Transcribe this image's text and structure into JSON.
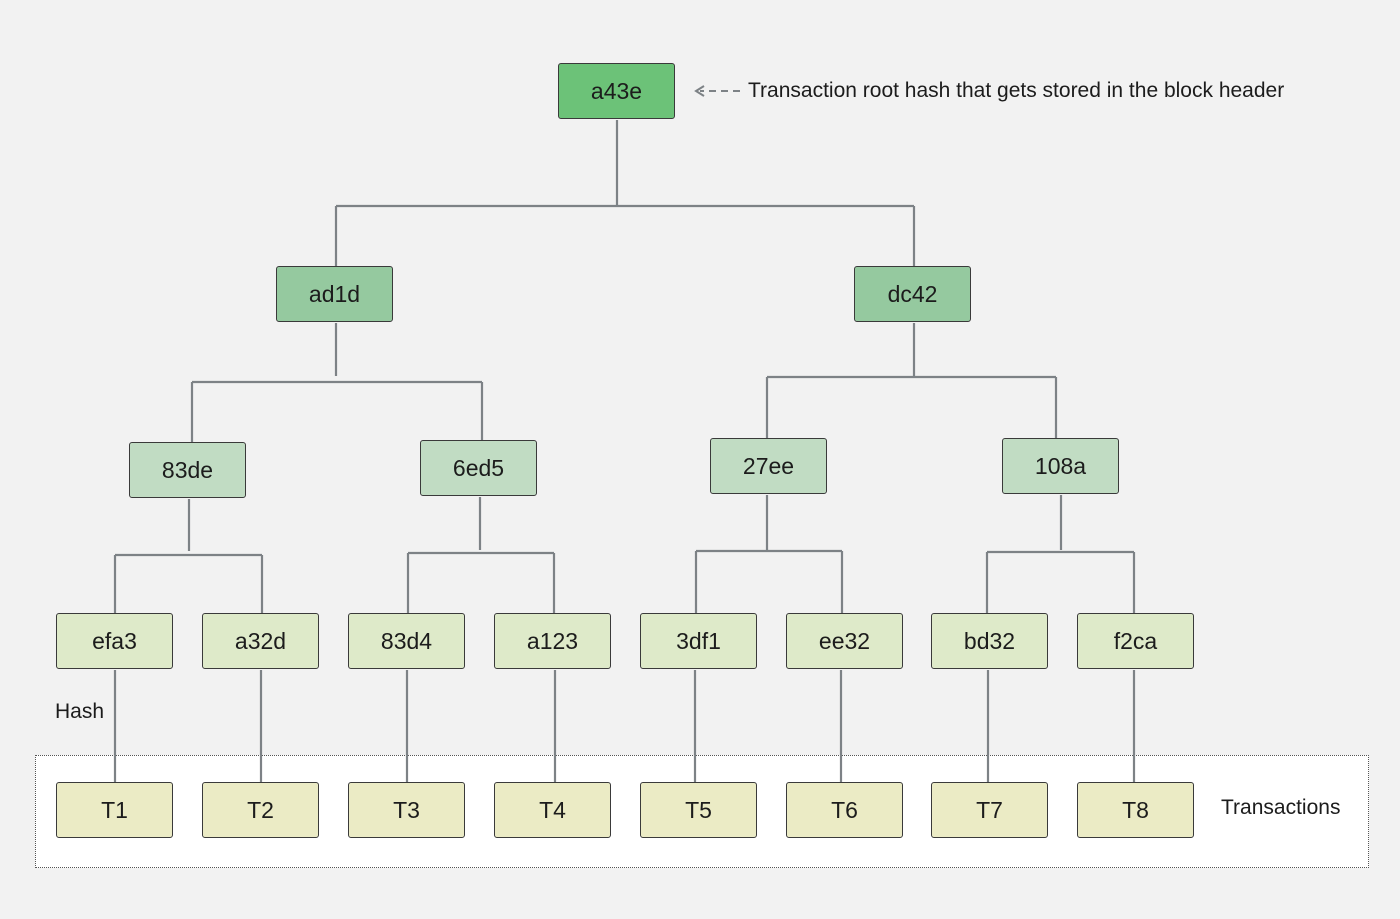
{
  "root": {
    "hash": "a43e",
    "annotation": "Transaction root hash that gets stored in the block header"
  },
  "level1": [
    "ad1d",
    "dc42"
  ],
  "level2": [
    "83de",
    "6ed5",
    "27ee",
    "108a"
  ],
  "level3": [
    "efa3",
    "a32d",
    "83d4",
    "a123",
    "3df1",
    "ee32",
    "bd32",
    "f2ca"
  ],
  "transactions": [
    "T1",
    "T2",
    "T3",
    "T4",
    "T5",
    "T6",
    "T7",
    "T8"
  ],
  "labels": {
    "hash": "Hash",
    "transactions": "Transactions"
  },
  "colors": {
    "root": "#6cc278",
    "level1": "#95c99f",
    "level2": "#c1dcc3",
    "level3": "#deeac9",
    "transactions": "#ebebc5",
    "connector": "#7d8286"
  }
}
